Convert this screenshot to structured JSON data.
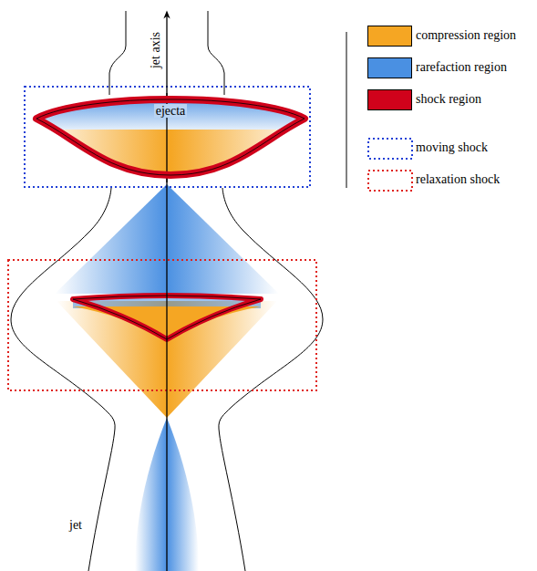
{
  "diagram": {
    "nodes": [
      {
        "text": [
          "ejecta"
        ]
      }
    ],
    "labels": [
      "jet axis",
      "jet"
    ],
    "legend": [
      {
        "text": "compression region",
        "color": "#f5a623"
      },
      {
        "text": "rarefaction region",
        "color": "#4a90e2"
      },
      {
        "text": "shock region",
        "color": "#d0021b"
      },
      {
        "text": "moving shock"
      },
      {
        "text": "relaxation shock"
      }
    ]
  }
}
